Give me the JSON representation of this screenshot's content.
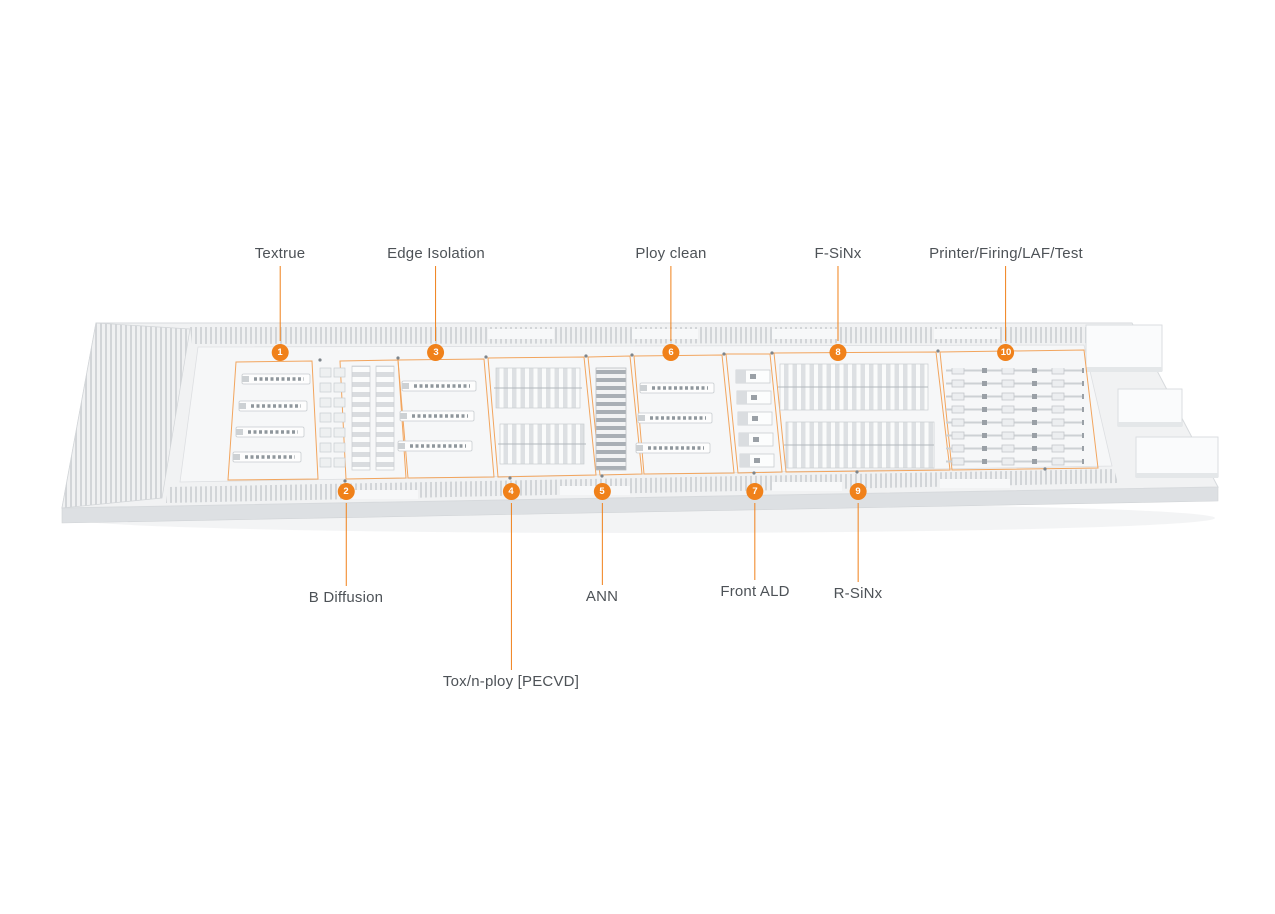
{
  "diagram": {
    "accent_color": "#f0811a",
    "zone_outline_color": "#f2a55e",
    "callouts": [
      {
        "number": "1",
        "label": "Textrue",
        "side": "top"
      },
      {
        "number": "2",
        "label": "B Diffusion",
        "side": "bottom"
      },
      {
        "number": "3",
        "label": "Edge Isolation",
        "side": "top"
      },
      {
        "number": "4",
        "label": "Tox/n-ploy [PECVD]",
        "side": "bottom"
      },
      {
        "number": "5",
        "label": "ANN",
        "side": "bottom"
      },
      {
        "number": "6",
        "label": "Ploy clean",
        "side": "top"
      },
      {
        "number": "7",
        "label": "Front ALD",
        "side": "bottom"
      },
      {
        "number": "8",
        "label": "F-SiNx",
        "side": "top"
      },
      {
        "number": "9",
        "label": "R-SiNx",
        "side": "bottom"
      },
      {
        "number": "10",
        "label": "Printer/Firing/LAF/Test",
        "side": "top"
      }
    ]
  }
}
